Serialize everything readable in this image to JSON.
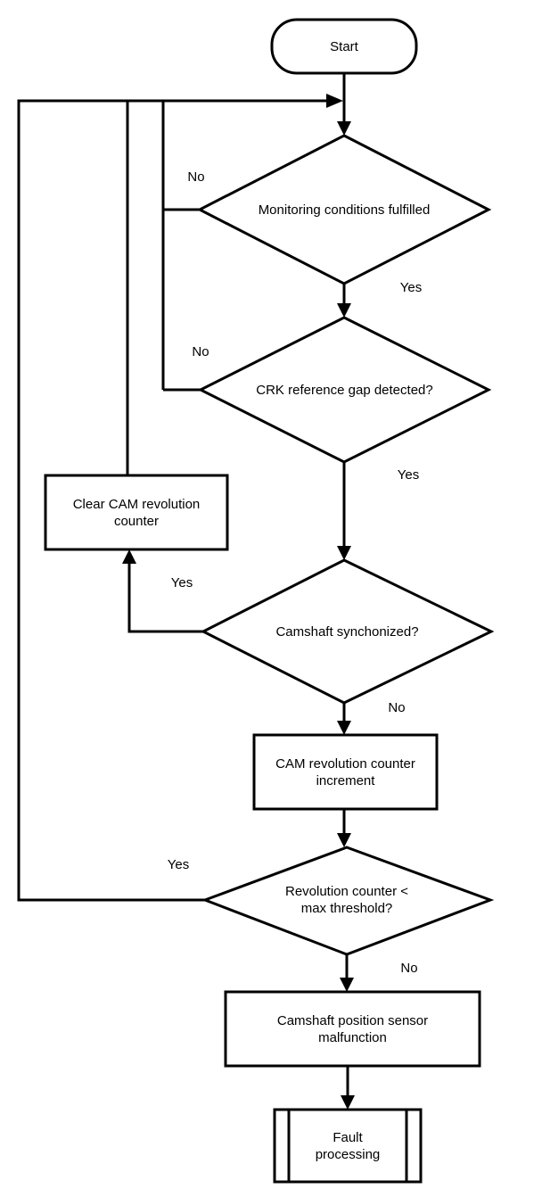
{
  "colors": {
    "stroke": "#000000",
    "background": "#ffffff",
    "text": "#000000"
  },
  "start": {
    "label": "Start"
  },
  "decisions": [
    {
      "label_lines": [
        "Monitoring conditions fulfilled"
      ],
      "no_label": "No",
      "yes_label": "Yes"
    },
    {
      "label_lines": [
        "CRK reference gap detected?"
      ],
      "no_label": "No",
      "yes_label": "Yes"
    },
    {
      "label_lines": [
        "Camshaft synchonized?"
      ],
      "yes_label": "Yes",
      "no_label": "No"
    },
    {
      "label_lines": [
        "Revolution counter <",
        "max threshold?"
      ],
      "yes_label": "Yes",
      "no_label": "No"
    }
  ],
  "processes": [
    {
      "lines": [
        "Clear CAM revolution",
        "counter"
      ]
    },
    {
      "lines": [
        "CAM revolution counter",
        "increment"
      ]
    },
    {
      "lines": [
        "Camshaft position sensor",
        "malfunction"
      ]
    }
  ],
  "terminal": {
    "lines": [
      "Fault",
      "processing"
    ]
  }
}
